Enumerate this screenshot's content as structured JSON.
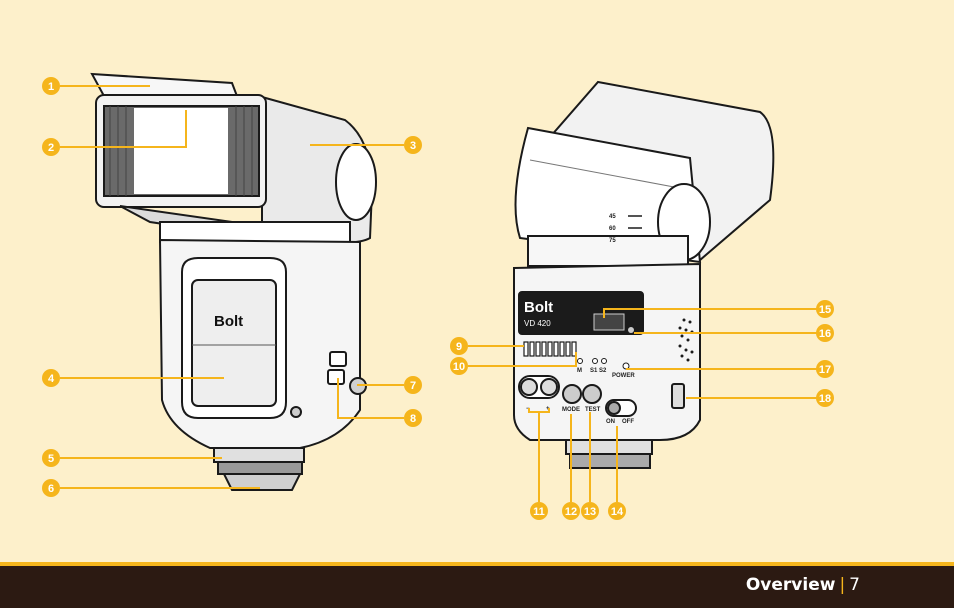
{
  "flash_left": {
    "logo": "Bolt"
  },
  "flash_right": {
    "logo": "Bolt",
    "model": "VD 420",
    "zoom_marks": [
      "45",
      "60",
      "75"
    ],
    "labels": {
      "m": "M",
      "s1s2": "S1 S2",
      "power": "POWER",
      "minus": "−",
      "plus": "+",
      "mode": "MODE",
      "test": "TEST",
      "on": "ON",
      "off": "OFF"
    }
  },
  "callouts": [
    "1",
    "2",
    "3",
    "4",
    "5",
    "6",
    "7",
    "8",
    "9",
    "10",
    "11",
    "12",
    "13",
    "14",
    "15",
    "16",
    "17",
    "18"
  ],
  "footer": {
    "title": "Overview",
    "separator": "|",
    "page": "7"
  },
  "colors": {
    "background": "#fdf0cb",
    "accent": "#f5b51c",
    "footer": "#2c1a12"
  }
}
